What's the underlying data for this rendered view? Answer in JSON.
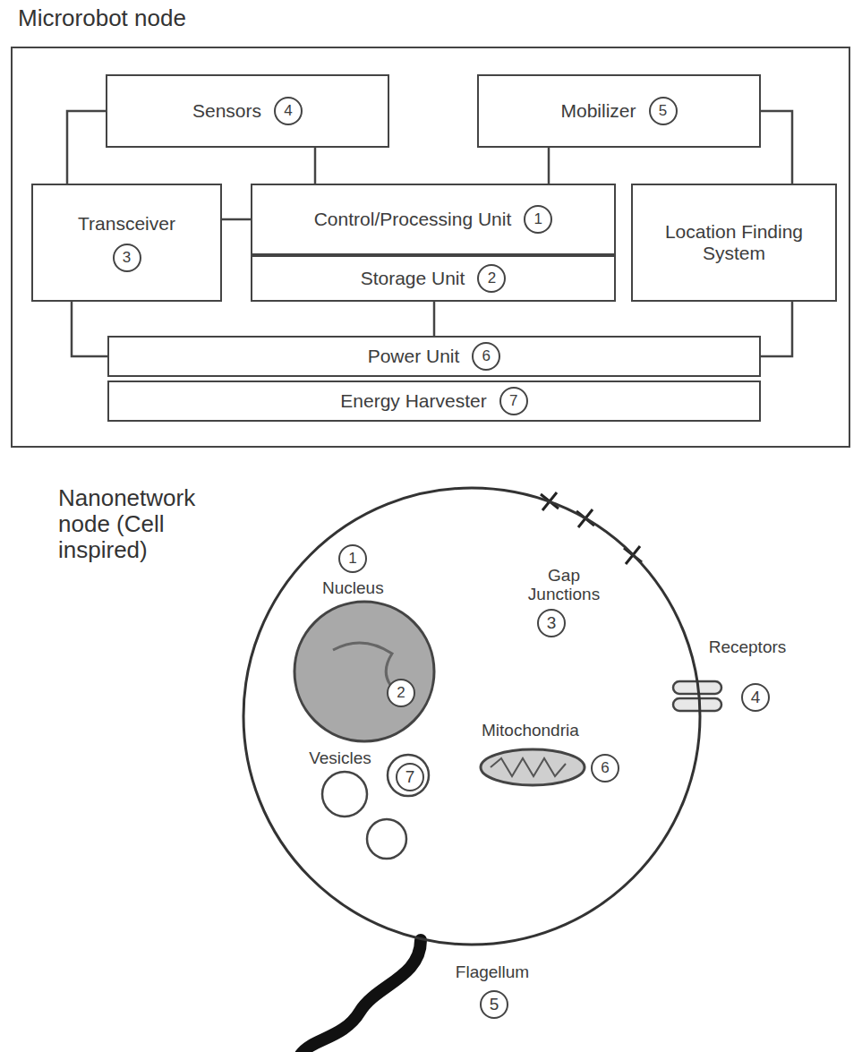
{
  "diagram": {
    "nodes": [
      {
        "text": [
          "Microrobot node"
        ]
      },
      {
        "text": [
          "Sensors",
          "4"
        ],
        "in": 0
      },
      {
        "text": [
          "Mobilizer",
          "5"
        ],
        "in": 0
      },
      {
        "text": [
          "Transceiver",
          "3"
        ],
        "in": 0
      },
      {
        "text": [
          "Control/Processing Unit",
          "1"
        ],
        "in": 0
      },
      {
        "text": [
          "Storage Unit",
          "2"
        ],
        "in": 0
      },
      {
        "text": [
          "Location Finding System"
        ],
        "in": 0
      },
      {
        "text": [
          "Power Unit",
          "6"
        ],
        "in": 0
      },
      {
        "text": [
          "Energy Harvester",
          "7"
        ],
        "in": 0
      },
      {
        "text": [
          "Nanonetwork node (Cell inspired)"
        ]
      },
      {
        "text": [
          "1",
          "Nucleus",
          "2"
        ],
        "in": 9
      },
      {
        "text": [
          "Mitochondria",
          "6"
        ],
        "in": 9
      }
    ],
    "edges": [
      {
        "from": 1,
        "to": 3,
        "arrow": "none"
      },
      {
        "from": 1,
        "to": 4,
        "arrow": "none"
      },
      {
        "from": 2,
        "to": 4,
        "arrow": "none"
      },
      {
        "from": 2,
        "to": 6,
        "arrow": "none"
      },
      {
        "from": 3,
        "to": 4,
        "arrow": "none"
      },
      {
        "from": 3,
        "to": 7,
        "arrow": "none"
      },
      {
        "from": 5,
        "to": 7,
        "arrow": "none"
      },
      {
        "from": 6,
        "to": 7,
        "arrow": "none"
      }
    ],
    "labels": [
      "Gap Junctions",
      "3",
      "Receptors",
      "4",
      "Vesicles",
      "7",
      "Flagellum",
      "5"
    ]
  }
}
